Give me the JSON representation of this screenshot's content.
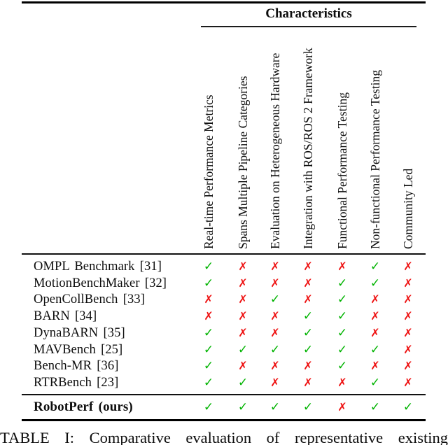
{
  "header": {
    "group_label": "Characteristics"
  },
  "columns": [
    "Real-time Performance Metrics",
    "Spans Multiple Pipeline Categories",
    "Evaluation on Heterogeneous Hardware",
    "Integration with ROS/ROS 2 Framework",
    "Functional Performance Testing",
    "Non-functional Performance Testing",
    "Community Led"
  ],
  "rows": [
    {
      "label": "OMPL Benchmark [31]",
      "marks": [
        "check",
        "cross",
        "cross",
        "cross",
        "cross",
        "check",
        "cross"
      ]
    },
    {
      "label": "MotionBenchMaker [32]",
      "marks": [
        "check",
        "cross",
        "cross",
        "cross",
        "check",
        "check",
        "cross"
      ]
    },
    {
      "label": "OpenCollBench [33]",
      "marks": [
        "cross",
        "cross",
        "check",
        "cross",
        "check",
        "cross",
        "cross"
      ]
    },
    {
      "label": "BARN [34]",
      "marks": [
        "cross",
        "cross",
        "cross",
        "check",
        "check",
        "cross",
        "cross"
      ]
    },
    {
      "label": "DynaBARN [35]",
      "marks": [
        "check",
        "cross",
        "cross",
        "check",
        "check",
        "cross",
        "cross"
      ]
    },
    {
      "label": "MAVBench [25]",
      "marks": [
        "check",
        "check",
        "check",
        "check",
        "check",
        "check",
        "cross"
      ]
    },
    {
      "label": "Bench-MR [36]",
      "marks": [
        "check",
        "cross",
        "cross",
        "cross",
        "check",
        "cross",
        "cross"
      ]
    },
    {
      "label": "RTRBench [23]",
      "marks": [
        "check",
        "check",
        "cross",
        "cross",
        "cross",
        "check",
        "cross"
      ]
    }
  ],
  "footer_row": {
    "label": "RobotPerf (ours)",
    "marks": [
      "check",
      "check",
      "check",
      "check",
      "cross",
      "check",
      "check"
    ]
  },
  "symbols": {
    "check": "✓",
    "cross": "✗"
  },
  "colors": {
    "check": "#00b300",
    "cross": "#ee1111"
  },
  "caption": "TABLE I: Comparative evaluation of representative existing"
}
